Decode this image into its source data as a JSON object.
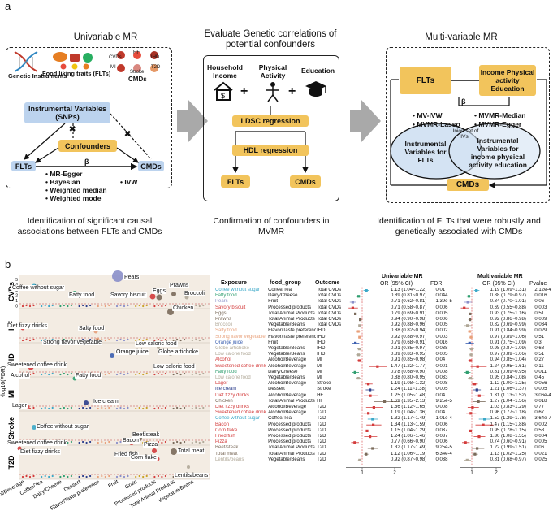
{
  "panel_a": {
    "letter": "a",
    "univariable": {
      "title": "Univariable MR",
      "genetic_instruments": "Genetic Instruments",
      "food_liking": "Food liking traits (FLTs)",
      "cmds_icons": [
        "CVDs",
        "HF",
        "IHD",
        "MI",
        "Stroke",
        "T2D"
      ],
      "cmds_label": "CMDs",
      "iv_box": "Instrumental Variables (SNPs)",
      "confounders": "Confounders",
      "flts": "FLTs",
      "cmds": "CMDs",
      "beta": "β",
      "methods_left": [
        "• MR-Egger",
        "• Bayesian",
        "• Weighted median",
        "• Weighted mode"
      ],
      "methods_right": "• IVW",
      "caption": "Identification of significant causal associations between FLTs and CMDs"
    },
    "confounders": {
      "title": "Evaluate Genetic correlations of potential confounders",
      "household": "Household Income",
      "physical": "Physical Activity",
      "education": "Education",
      "ldsc": "LDSC regression",
      "hdl": "HDL regression",
      "flts": "FLTs",
      "cmds": "CMDs",
      "caption": "Confirmation of confounders in MVMR"
    },
    "multivariable": {
      "title": "Multi-variable MR",
      "flts": "FLTs",
      "income_box": "Income Physical activity Education",
      "beta": "β",
      "methods": [
        "• MV-IVW",
        "• MVMR-Median",
        "• MVMR-Lasso",
        "• MVMR-Egger"
      ],
      "union": "Union set of IVs",
      "iv_flts": "Instrumental Variables for FLTs",
      "iv_income": "Instrumental Variables for income physical activity education",
      "cmds": "CMDs",
      "caption": "Identification of FLTs that were robustly and genetically associated with CMDs"
    }
  },
  "panel_b": {
    "letter": "b",
    "ylabel": "-log10(FDR)",
    "rows": [
      "CVDs",
      "HF",
      "IHD",
      "MI",
      "Stroke",
      "T2D"
    ],
    "x_categories": [
      "Alcohol/Beverage",
      "Coffee/Tea",
      "Dairy/Cheese",
      "Dessert",
      "Flavor/Taste preference",
      "Fruit",
      "Grain",
      "Processed products",
      "Total Animal Products",
      "Vegetable/Beans"
    ],
    "ticks": [
      "5",
      "4",
      "3",
      "2",
      "1",
      "0"
    ],
    "labels": [
      {
        "text": "Pears"
      },
      {
        "text": "Coffee without sugar"
      },
      {
        "text": "Fatty food"
      },
      {
        "text": "Savory biscuit"
      },
      {
        "text": "Eggs"
      },
      {
        "text": "Prawns"
      },
      {
        "text": "Broccoli"
      },
      {
        "text": "Chicken"
      },
      {
        "text": "Diet fizzy drinks"
      },
      {
        "text": "Salty food"
      },
      {
        "text": "Strong flavor vegetable"
      },
      {
        "text": "Orange juice"
      },
      {
        "text": "Low caloric food"
      },
      {
        "text": "Globe artichoke"
      },
      {
        "text": "Sweetened coffee drink"
      },
      {
        "text": "Alcohol"
      },
      {
        "text": "Fatty food"
      },
      {
        "text": "Low caloric food"
      },
      {
        "text": "Ice cream"
      },
      {
        "text": "Lager"
      },
      {
        "text": "Coffee without sugar"
      },
      {
        "text": "Sweetened coffee drink"
      },
      {
        "text": "Diet fizzy drinks"
      },
      {
        "text": "Bacon"
      },
      {
        "text": "Fried fish"
      },
      {
        "text": "Beef/steak"
      },
      {
        "text": "Pizza"
      },
      {
        "text": "Corn flake"
      },
      {
        "text": "Total meat"
      },
      {
        "text": "Lentils/beans"
      }
    ],
    "table_headers": {
      "exposure": "Exposure",
      "food_group": "food_group",
      "outcome": "Outcome",
      "uni_title": "Univariable MR",
      "uni_or": "OR (95% CI)",
      "uni_fdr": "FDR",
      "multi_title": "Multivariable MR",
      "multi_or": "OR (95% CI)",
      "multi_p": "Pvalue"
    },
    "axis_ticks_uni": [
      "1",
      "2"
    ],
    "axis_ticks_multi": [
      "1",
      "2"
    ],
    "table": [
      {
        "exposure": "Coffee without sugar",
        "food_group": "Coffee/Tea",
        "outcome": "Total CVDs",
        "uni_or": "1.13 (1.04~1.22)",
        "fdr": "0.01",
        "multi_or": "1.19 (1.09~1.31)",
        "p": "2.12e-4",
        "color": "#3aa8c8"
      },
      {
        "exposure": "Fatty food",
        "food_group": "Dairy/Cheese",
        "outcome": "Total CVDs",
        "uni_or": "0.89 (0.81~0.97)",
        "fdr": "0.044",
        "multi_or": "0.88 (0.79~0.97)",
        "p": "0.016",
        "color": "#2f9e6f"
      },
      {
        "exposure": "Pears",
        "food_group": "Fruit",
        "outcome": "Total CVDs",
        "uni_or": "0.71 (0.62~0.81)",
        "fdr": "1.39e-5",
        "multi_or": "0.84 (0.70~1.01)",
        "p": "0.06",
        "color": "#8a8fc9"
      },
      {
        "exposure": "Savory biscuit",
        "food_group": "Processed products",
        "outcome": "Total CVDs",
        "uni_or": "0.71 (0.58~0.87)",
        "fdr": "0.006",
        "multi_or": "0.69 (0.55~0.88)",
        "p": "0.003",
        "color": "#d33b3b"
      },
      {
        "exposure": "Eggs",
        "food_group": "Total Animal Products",
        "outcome": "Total CVDs",
        "uni_or": "0.79 (0.69~0.91)",
        "fdr": "0.005",
        "multi_or": "0.93 (0.75~1.16)",
        "p": "0.51",
        "color": "#7a6a5a"
      },
      {
        "exposure": "Prawns",
        "food_group": "Total Animal Products",
        "outcome": "Total CVDs",
        "uni_or": "0.94 (0.90~0.98)",
        "fdr": "0.006",
        "multi_or": "0.92 (0.86~0.98)",
        "p": "0.009",
        "color": "#7a6a5a"
      },
      {
        "exposure": "Broccoli",
        "food_group": "Vegetable/Beans",
        "outcome": "Total CVDs",
        "uni_or": "0.92 (0.88~0.96)",
        "fdr": "0.005",
        "multi_or": "0.82 (0.69~0.99)",
        "p": "0.034",
        "color": "#b0a898"
      },
      {
        "exposure": "Salty food",
        "food_group": "Flavor/Taste preference",
        "outcome": "IHD",
        "uni_or": "0.88 (0.82~0.94)",
        "fdr": "0.002",
        "multi_or": "0.91 (0.84~0.99)",
        "p": "0.029",
        "color": "#e8a07a"
      },
      {
        "exposure": "Strong flavor vegetable",
        "food_group": "Flavor/Taste preference",
        "outcome": "IHD",
        "uni_or": "0.92 (0.88~0.97)",
        "fdr": "0.003",
        "multi_or": "0.97 (0.89~1.06)",
        "p": "0.51",
        "color": "#e8a07a"
      },
      {
        "exposure": "Orange juice",
        "food_group": "Fruit",
        "outcome": "IHD",
        "uni_or": "0.79 (0.68~0.91)",
        "fdr": "0.016",
        "multi_or": "0.91 (0.75~1.09)",
        "p": "0.3",
        "color": "#3b5fb0"
      },
      {
        "exposure": "Globe artichoke",
        "food_group": "Vegetable/Beans",
        "outcome": "IHD",
        "uni_or": "0.91 (0.85~0.97)",
        "fdr": "0.038",
        "multi_or": "0.98 (0.87~1.09)",
        "p": "0.68",
        "color": "#b0a898"
      },
      {
        "exposure": "Low calorie food",
        "food_group": "Vegetable/Beans",
        "outcome": "IHD",
        "uni_or": "0.89 (0.83~0.95)",
        "fdr": "0.005",
        "multi_or": "0.97 (0.89~1.06)",
        "p": "0.51",
        "color": "#b0a898"
      },
      {
        "exposure": "Alcohol",
        "food_group": "Alcohol/Beverage",
        "outcome": "MI",
        "uni_or": "0.91 (0.85~0.98)",
        "fdr": "0.04",
        "multi_or": "0.94 (0.85~1.04)",
        "p": "0.27",
        "color": "#d33b3b"
      },
      {
        "exposure": "Sweetened coffee drink",
        "food_group": "Alcohol/Beverage",
        "outcome": "MI",
        "uni_or": "1.47 (1.22~1.77)",
        "fdr": "0.001",
        "multi_or": "1.24 (0.95~1.61)",
        "p": "0.11",
        "color": "#d33b3b"
      },
      {
        "exposure": "Fatty food",
        "food_group": "Dairy/Cheese",
        "outcome": "MI",
        "uni_or": "0.78 (0.68~0.90)",
        "fdr": "0.008",
        "multi_or": "0.81 (0.69~0.95)",
        "p": "0.011",
        "color": "#2f9e6f"
      },
      {
        "exposure": "Low calorie food",
        "food_group": "Vegetable/Beans",
        "outcome": "MI",
        "uni_or": "0.88 (0.80~0.95)",
        "fdr": "0.033",
        "multi_or": "0.95 (0.84~1.08)",
        "p": "0.45",
        "color": "#b0a898"
      },
      {
        "exposure": "Lager",
        "food_group": "Alcohol/Beverage",
        "outcome": "Stroke",
        "uni_or": "1.19 (1.08~1.32)",
        "fdr": "0.008",
        "multi_or": "1.12 (1.00~1.25)",
        "p": "0.056",
        "color": "#d33b3b"
      },
      {
        "exposure": "Ice cream",
        "food_group": "Dessert",
        "outcome": "Stroke",
        "uni_or": "1.24 (1.11~1.38)",
        "fdr": "0.005",
        "multi_or": "1.21 (1.06~1.37)",
        "p": "0.005",
        "color": "#2c3e8c"
      },
      {
        "exposure": "Diet fizzy drinks",
        "food_group": "Alcohol/Beverage",
        "outcome": "HF",
        "uni_or": "1.25 (1.05~1.48)",
        "fdr": "0.04",
        "multi_or": "1.31 (1.13~1.52)",
        "p": "3.06e-4",
        "color": "#d33b3b"
      },
      {
        "exposure": "Chicken",
        "food_group": "Total Animal Products",
        "outcome": "HF",
        "uni_or": "1.69 (1.35~2.13)",
        "fdr": "9.25e-5",
        "multi_or": "1.27 (1.04~1.56)",
        "p": "0.018",
        "color": "#7a6a5a"
      },
      {
        "exposure": "Diet fizzy drinks",
        "food_group": "Alcohol/Beverage",
        "outcome": "T2D",
        "uni_or": "1.36 (1.12~1.65)",
        "fdr": "0.008",
        "multi_or": "1.03 (0.83~1.29)",
        "p": "0.77",
        "color": "#d33b3b"
      },
      {
        "exposure": "Sweetened coffee drink",
        "food_group": "Alcohol/Beverage",
        "outcome": "T2D",
        "uni_or": "1.19 (1.04~1.36)",
        "fdr": "0.04",
        "multi_or": "0.96 (0.77~1.18)",
        "p": "0.67",
        "color": "#d33b3b"
      },
      {
        "exposure": "Coffee without sugar",
        "food_group": "Coffee/Tea",
        "outcome": "T2D",
        "uni_or": "1.32 (1.17~1.49)",
        "fdr": "1.01e-4",
        "multi_or": "1.52 (1.29~1.78)",
        "p": "3.64e-7",
        "color": "#3aa8c8"
      },
      {
        "exposure": "Bacon",
        "food_group": "Processed products",
        "outcome": "T2D",
        "uni_or": "1.34 (1.13~1.59)",
        "fdr": "0.006",
        "multi_or": "1.47 (1.15~1.88)",
        "p": "0.002",
        "color": "#d33b3b"
      },
      {
        "exposure": "Corn flake",
        "food_group": "Processed products",
        "outcome": "T2D",
        "uni_or": "1.15 (1.04~1.29)",
        "fdr": "0.037",
        "multi_or": "0.95 (0.78~1.15)",
        "p": "0.58",
        "color": "#d33b3b"
      },
      {
        "exposure": "Fried fish",
        "food_group": "Processed products",
        "outcome": "T2D",
        "uni_or": "1.24 (1.06~1.46)",
        "fdr": "0.037",
        "multi_or": "1.30 (1.08~1.55)",
        "p": "0.004",
        "color": "#d33b3b"
      },
      {
        "exposure": "Pizza",
        "food_group": "Processed products",
        "outcome": "T2D",
        "uni_or": "0.77 (0.66~0.90)",
        "fdr": "0.006",
        "multi_or": "0.74 (0.60~0.91)",
        "p": "0.005",
        "color": "#d33b3b"
      },
      {
        "exposure": "Beef/steak",
        "food_group": "Total Animal Products",
        "outcome": "T2D",
        "uni_or": "1.32 (1.17~1.49)",
        "fdr": "9.25e-5",
        "multi_or": "1.22 (0.99~1.51)",
        "p": "0.06",
        "color": "#7a6a5a"
      },
      {
        "exposure": "Total meat",
        "food_group": "Total Animal Products",
        "outcome": "T2D",
        "uni_or": "1.12 (1.06~1.19)",
        "fdr": "6.34e-4",
        "multi_or": "1.13 (1.02~1.25)",
        "p": "0.021",
        "color": "#7a6a5a"
      },
      {
        "exposure": "Lentils/beans",
        "food_group": "Vegetable/Beans",
        "outcome": "T2D",
        "uni_or": "0.92 (0.87~0.98)",
        "fdr": "0.038",
        "multi_or": "0.81 (0.68~0.97)",
        "p": "0.025",
        "color": "#b0a898"
      }
    ]
  }
}
